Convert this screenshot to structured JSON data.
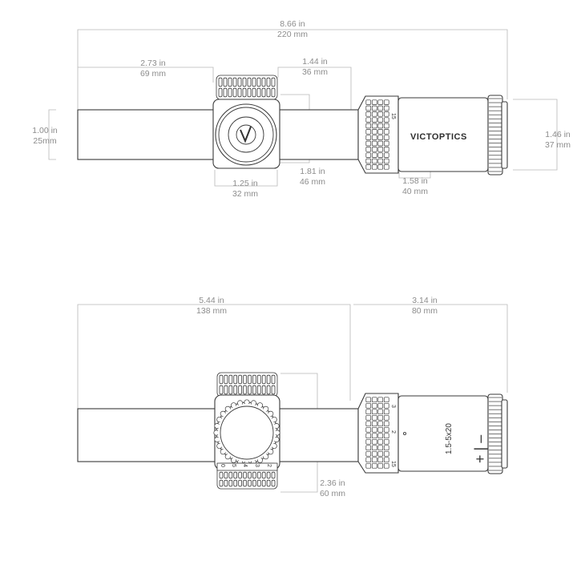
{
  "top_view": {
    "overall_length": {
      "in": "8.66 in",
      "mm": "220 mm"
    },
    "front_tube_length": {
      "in": "2.73 in",
      "mm": "69 mm"
    },
    "turret_to_eyepiece": {
      "in": "1.44 in",
      "mm": "36 mm"
    },
    "tube_diameter": {
      "in": "1.00 in",
      "mm": "25mm"
    },
    "eyepiece_diameter": {
      "in": "1.46 in",
      "mm": "37 mm"
    },
    "turret_width": {
      "in": "1.25 in",
      "mm": "32 mm"
    },
    "turret_height": {
      "in": "1.81 in",
      "mm": "46 mm"
    },
    "eyepiece_length": {
      "in": "1.58 in",
      "mm": "40 mm"
    },
    "brand": "VICTOPTICS",
    "ring_number": "15"
  },
  "side_view": {
    "objective_to_power_ring": {
      "in": "5.44 in",
      "mm": "138 mm"
    },
    "eyepiece_section": {
      "in": "3.14 in",
      "mm": "80 mm"
    },
    "turret_height": {
      "in": "2.36 in",
      "mm": "60 mm"
    },
    "model": "1.5-5x20",
    "plus_minus": "+  |  –",
    "power_marks": [
      "3",
      "2",
      "15"
    ],
    "illum_marks": [
      "0",
      "5",
      "4",
      "3",
      "2"
    ]
  }
}
